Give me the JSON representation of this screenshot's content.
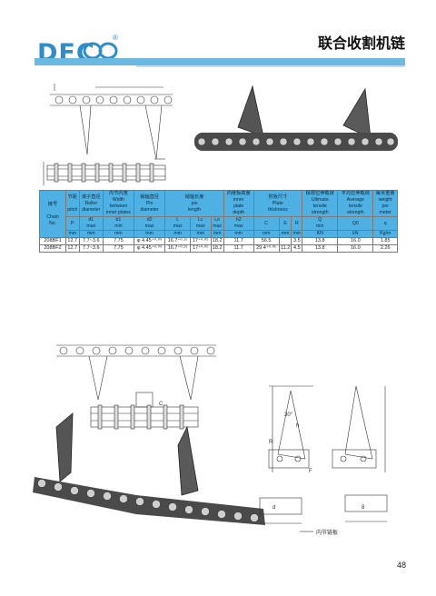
{
  "header": {
    "logo_text": "DFC",
    "registered_mark": "®",
    "title": "联合收割机链",
    "colors": {
      "brand_blue": "#2f8ec9",
      "bar_blue": "#6bb8e2",
      "table_blue": "#4fb0e4"
    }
  },
  "table": {
    "headers": {
      "chain_no": {
        "cn": "链号",
        "en1": "Chain",
        "en2": "No."
      },
      "pitch": {
        "cn": "节距",
        "en": "pitch",
        "sym": "P",
        "unit": "mm"
      },
      "roller": {
        "cn": "滚子直径",
        "en1": "Roller",
        "en2": "diameter",
        "sym": "d1",
        "lim": "max",
        "unit": "mm"
      },
      "width": {
        "cn": "内节内宽",
        "en1": "Width",
        "en2": "between",
        "en3": "inner plates",
        "sym": "b1",
        "lim": "min",
        "unit": "mm"
      },
      "pin": {
        "cn": "销轴直径",
        "en1": "Pin",
        "en2": "diameter",
        "sym": "d2",
        "lim": "max",
        "unit": "mm"
      },
      "pin_length": {
        "cn": "销轴长度",
        "en1": "pin",
        "en2": "length",
        "syms": [
          "L",
          "Lc",
          "Lo"
        ],
        "lims": [
          "max",
          "max",
          "max"
        ],
        "units": [
          "mm",
          "mm",
          "mm"
        ]
      },
      "inner_plate": {
        "cn": "内链板高度",
        "en1": "inner",
        "en2": "plate",
        "en3": "depth",
        "sym": "h2",
        "lim": "max",
        "unit": "mm"
      },
      "plate": {
        "cn": "附板尺寸",
        "en1": "Plate",
        "en2": "thickness",
        "syms": [
          "C",
          "E",
          "R"
        ],
        "units": [
          "mm",
          "mm",
          "mm"
        ]
      },
      "ultimate": {
        "cn": "极限拉伸载荷",
        "en1": "Ultimate",
        "en2": "tensile",
        "en3": "strength",
        "sym": "Q",
        "lim": "min",
        "unit": "KN"
      },
      "average": {
        "cn": "平均拉伸载荷",
        "en1": "Average",
        "en2": "tensile",
        "en3": "strength",
        "sym": "Q0",
        "unit": "kN"
      },
      "weight": {
        "cn": "每米重量",
        "en1": "weight",
        "en2": "per",
        "en3": "meter",
        "sym": "q",
        "unit": "Kg/m"
      }
    },
    "rows": [
      {
        "chain": "208BF1",
        "pitch": "12.7",
        "roller": "7.7~3.6",
        "width": "7.75",
        "pin": "φ 4.45⁺⁰·⁰⁹",
        "L": "16.7⁺⁰·¹⁵",
        "Lc": "17⁺⁰·⁰⁵",
        "Lo": "18.2",
        "h2": "11.7",
        "C": "56.5",
        "E": "",
        "R": "3.5",
        "Q": "13.8",
        "Q0": "16.0",
        "q": "1.85"
      },
      {
        "chain": "208BF2",
        "pitch": "12.7",
        "roller": "7.7~3.6",
        "width": "7.75",
        "pin": "φ 4.45⁺⁰·⁰⁹",
        "L": "16.7⁺⁰·¹⁵",
        "Lc": "17⁺⁰·⁰⁵",
        "Lo": "18.2",
        "h2": "11.7",
        "C": "29.4⁺⁰·⁰⁵",
        "E": "11.2",
        "R": "4.5",
        "Q": "13.8",
        "Q0": "16.0",
        "q": "2.26"
      }
    ]
  },
  "drawing_labels": {
    "label_c": "C",
    "label_d": "d",
    "label_h": "h",
    "label_r": "R",
    "label_f": "F",
    "label_30": "30°",
    "label_8": "8",
    "label_inner": "内节链板"
  },
  "page_number": "48"
}
